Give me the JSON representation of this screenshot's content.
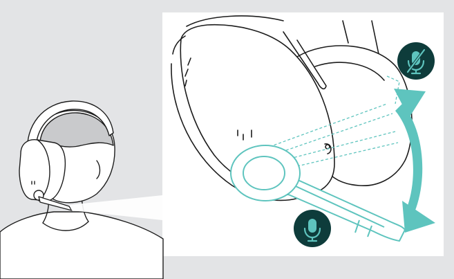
{
  "figure": {
    "background_color": "#e3e4e6",
    "zoom_panel_color": "#ffffff",
    "accent_color": "#5ec4be",
    "badge_color": "#0e3c3b",
    "line_color": "#1c1c1c"
  },
  "indicators": [
    {
      "name": "microphone-muted-icon",
      "state": "muted"
    },
    {
      "name": "microphone-active-icon",
      "state": "active"
    }
  ],
  "illustration": {
    "person": "headset-wearer-side-view",
    "detail": "earcup-with-boom-arm",
    "arrow": "double-headed-curved-arrow"
  }
}
